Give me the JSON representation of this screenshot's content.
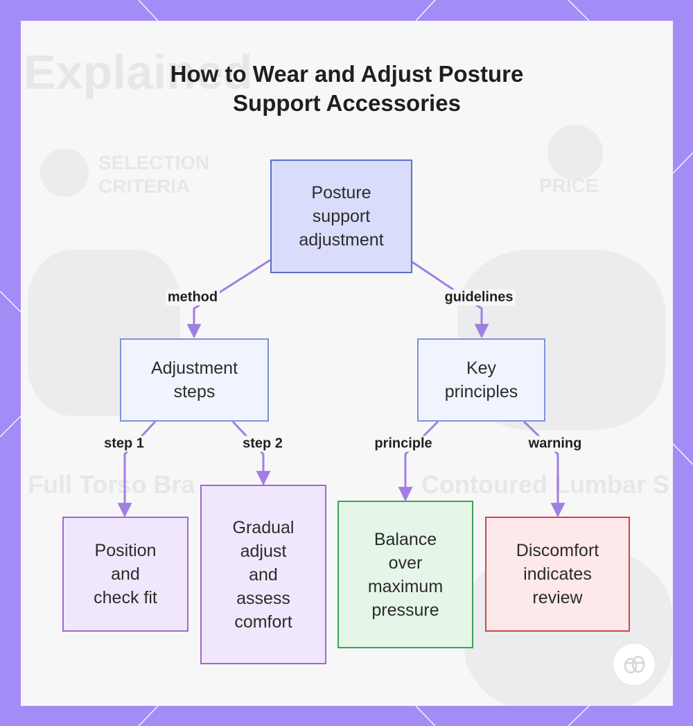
{
  "title": [
    "How to Wear and Adjust Posture",
    "Support Accessories"
  ],
  "colors": {
    "frame": "#a48cf6",
    "root_fill": "#d9ddfb",
    "root_border": "#5a6fc9",
    "category_fill": "#f1f4fe",
    "category_border": "#7b94d8",
    "step_fill": "#f1e7fd",
    "step_border": "#a266d1",
    "principle_fill": "#e5f5e7",
    "principle_border": "#3aa353",
    "warning_fill": "#fde8ea",
    "warning_border": "#d0444f",
    "edge": "#a07fe0"
  },
  "nodes": {
    "root": [
      "Posture",
      "support",
      "adjustment"
    ],
    "adjustment_steps": [
      "Adjustment",
      "steps"
    ],
    "key_principles": [
      "Key",
      "principles"
    ],
    "position_fit": [
      "Position",
      "and",
      "check fit"
    ],
    "gradual_adjust": [
      "Gradual",
      "adjust",
      "and",
      "assess",
      "comfort"
    ],
    "balance": [
      "Balance",
      "over",
      "maximum",
      "pressure"
    ],
    "discomfort": [
      "Discomfort",
      "indicates",
      "review"
    ]
  },
  "edges": {
    "method": "method",
    "guidelines": "guidelines",
    "step1": "step 1",
    "step2": "step 2",
    "principle": "principle",
    "warning": "warning"
  },
  "background_text": {
    "explained": "Explained",
    "selection": [
      "SELECTION",
      "CRITERIA"
    ],
    "price": "PRICE",
    "full_torso": "Full Torso Bra",
    "contoured": "Contoured Lumbar S"
  },
  "logo_icon": "brand-logo-icon"
}
